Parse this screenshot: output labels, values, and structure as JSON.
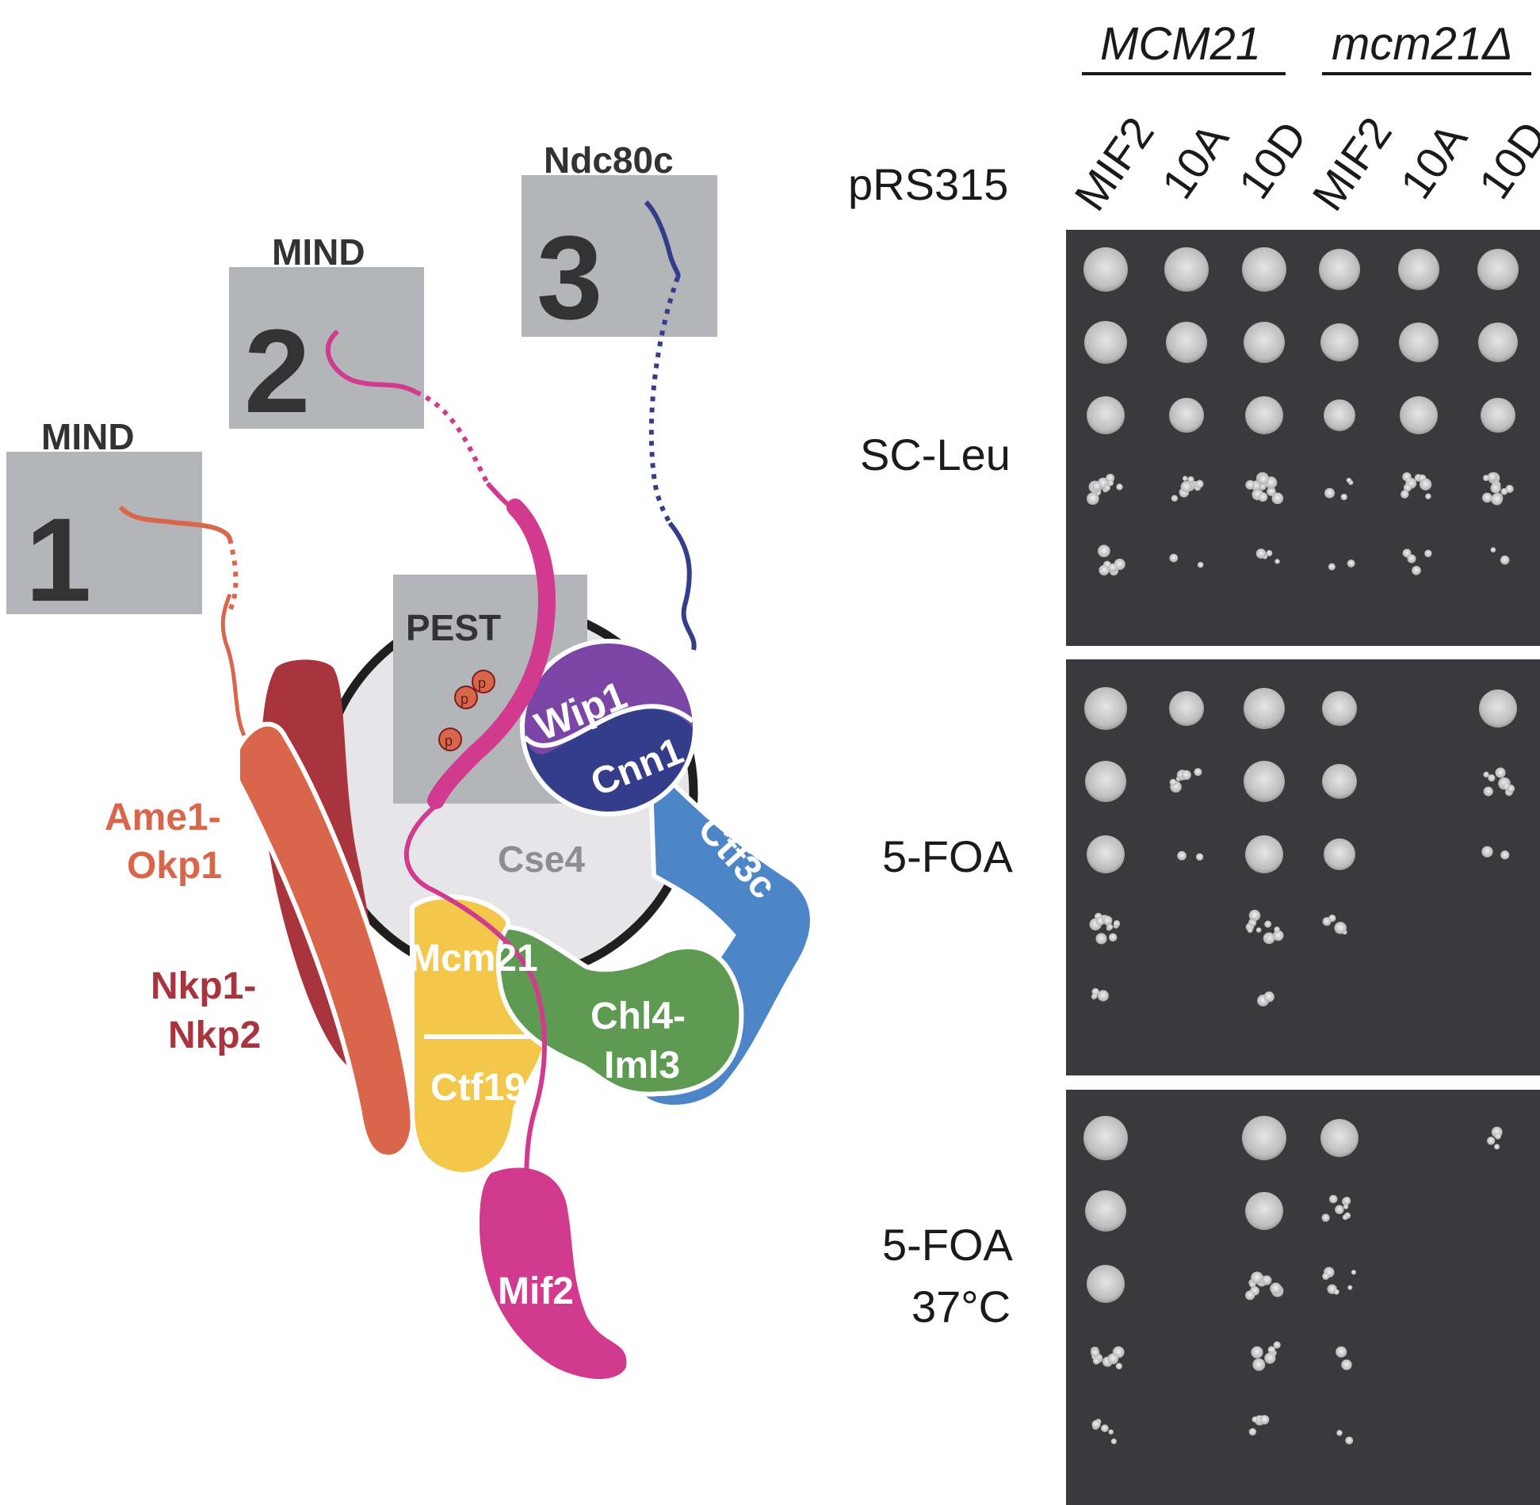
{
  "diagram": {
    "boxes": [
      {
        "number": "1",
        "label": "MIND"
      },
      {
        "number": "2",
        "label": "MIND"
      },
      {
        "number": "3",
        "label": "Ndc80c"
      }
    ],
    "pest_label": "PEST",
    "phospho_label": "p",
    "proteins": {
      "ame1_okp1_line1": "Ame1-",
      "ame1_okp1_line2": "Okp1",
      "nkp1_nkp2_line1": "Nkp1-",
      "nkp1_nkp2_line2": "Nkp2",
      "cse4": "Cse4",
      "wip1": "Wip1",
      "cnn1": "Cnn1",
      "ctf3c": "Ctf3c",
      "mcm21": "Mcm21",
      "ctf19": "Ctf19",
      "chl4_iml3_line1": "Chl4-",
      "chl4_iml3_line2": "Iml3",
      "mif2": "Mif2"
    },
    "colors": {
      "ame1_okp1": "#d9664a",
      "nkp1_nkp2": "#a8343e",
      "mif2": "#d23a8f",
      "wip1": "#7b45a6",
      "cnn1": "#343d8a",
      "ctf3c": "#4d86c8",
      "mcm21_ctf19": "#f3c84a",
      "chl4_iml3": "#5e9a52",
      "cse4": "#e6e6e8",
      "box": "#b4b5b8"
    }
  },
  "plate": {
    "genotypes": [
      "MCM21",
      "mcm21Δ"
    ],
    "vector_label": "pRS315",
    "columns": [
      "MIF2",
      "10A",
      "10D",
      "MIF2",
      "10A",
      "10D"
    ],
    "panels": [
      {
        "condition_line1": "SC-Leu",
        "condition_line2": ""
      },
      {
        "condition_line1": "5-FOA",
        "condition_line2": ""
      },
      {
        "condition_line1": "5-FOA",
        "condition_line2": "37°C"
      }
    ]
  }
}
